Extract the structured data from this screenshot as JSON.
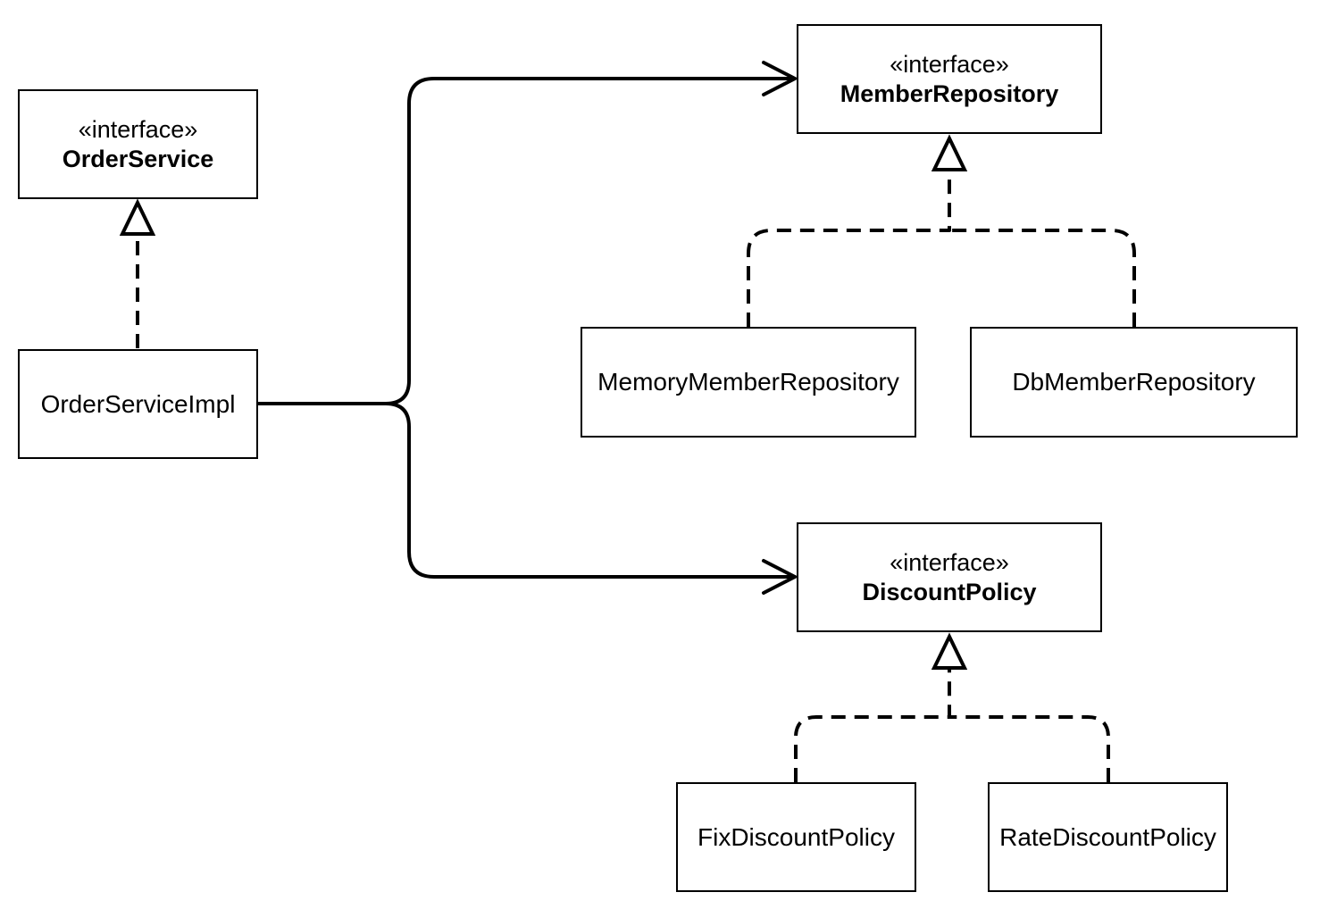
{
  "colors": {
    "stroke": "#000000",
    "background": "#ffffff"
  },
  "nodes": {
    "order_service": {
      "stereotype": "«interface»",
      "name": "OrderService"
    },
    "order_service_impl": {
      "name": "OrderServiceImpl"
    },
    "member_repository": {
      "stereotype": "«interface»",
      "name": "MemberRepository"
    },
    "memory_member_repository": {
      "name": "MemoryMemberRepository"
    },
    "db_member_repository": {
      "name": "DbMemberRepository"
    },
    "discount_policy": {
      "stereotype": "«interface»",
      "name": "DiscountPolicy"
    },
    "fix_discount_policy": {
      "name": "FixDiscountPolicy"
    },
    "rate_discount_policy": {
      "name": "RateDiscountPolicy"
    }
  },
  "edges": [
    {
      "type": "realization",
      "from": "OrderServiceImpl",
      "to": "OrderService"
    },
    {
      "type": "association",
      "from": "OrderServiceImpl",
      "to": "MemberRepository"
    },
    {
      "type": "association",
      "from": "OrderServiceImpl",
      "to": "DiscountPolicy"
    },
    {
      "type": "realization",
      "from": "MemoryMemberRepository",
      "to": "MemberRepository"
    },
    {
      "type": "realization",
      "from": "DbMemberRepository",
      "to": "MemberRepository"
    },
    {
      "type": "realization",
      "from": "FixDiscountPolicy",
      "to": "DiscountPolicy"
    },
    {
      "type": "realization",
      "from": "RateDiscountPolicy",
      "to": "DiscountPolicy"
    }
  ]
}
